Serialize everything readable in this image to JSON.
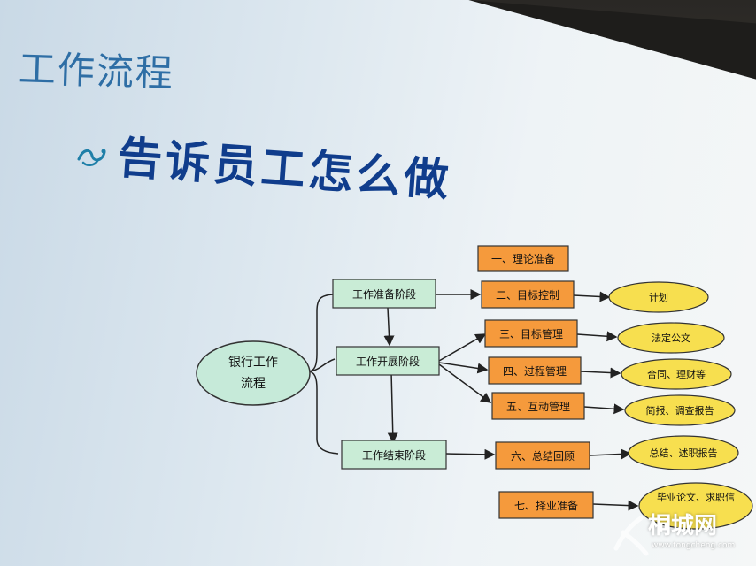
{
  "slide": {
    "section_title": "工作流程",
    "headline": "告诉员工怎么做"
  },
  "flowchart": {
    "root": {
      "line1": "银行工作",
      "line2": "流程"
    },
    "phases": [
      "工作准备阶段",
      "工作开展阶段",
      "工作结束阶段"
    ],
    "steps": [
      "一、理论准备",
      "二、目标控制",
      "三、目标管理",
      "四、过程管理",
      "五、互动管理",
      "六、总结回顾",
      "七、择业准备"
    ],
    "outputs": [
      "计划",
      "法定公文",
      "合同、理财等",
      "简报、调查报告",
      "总结、述职报告",
      "毕业论文、求职信"
    ]
  },
  "watermark": {
    "name": "桐城网",
    "url": "www.tongcheng.com"
  },
  "colors": {
    "title_blue": "#2e6ea5",
    "headline_navy": "#103d8c",
    "phase_fill": "#c9ecd6",
    "step_fill": "#f59a3c",
    "output_fill": "#f7df4f",
    "root_fill": "#c6ead9"
  }
}
